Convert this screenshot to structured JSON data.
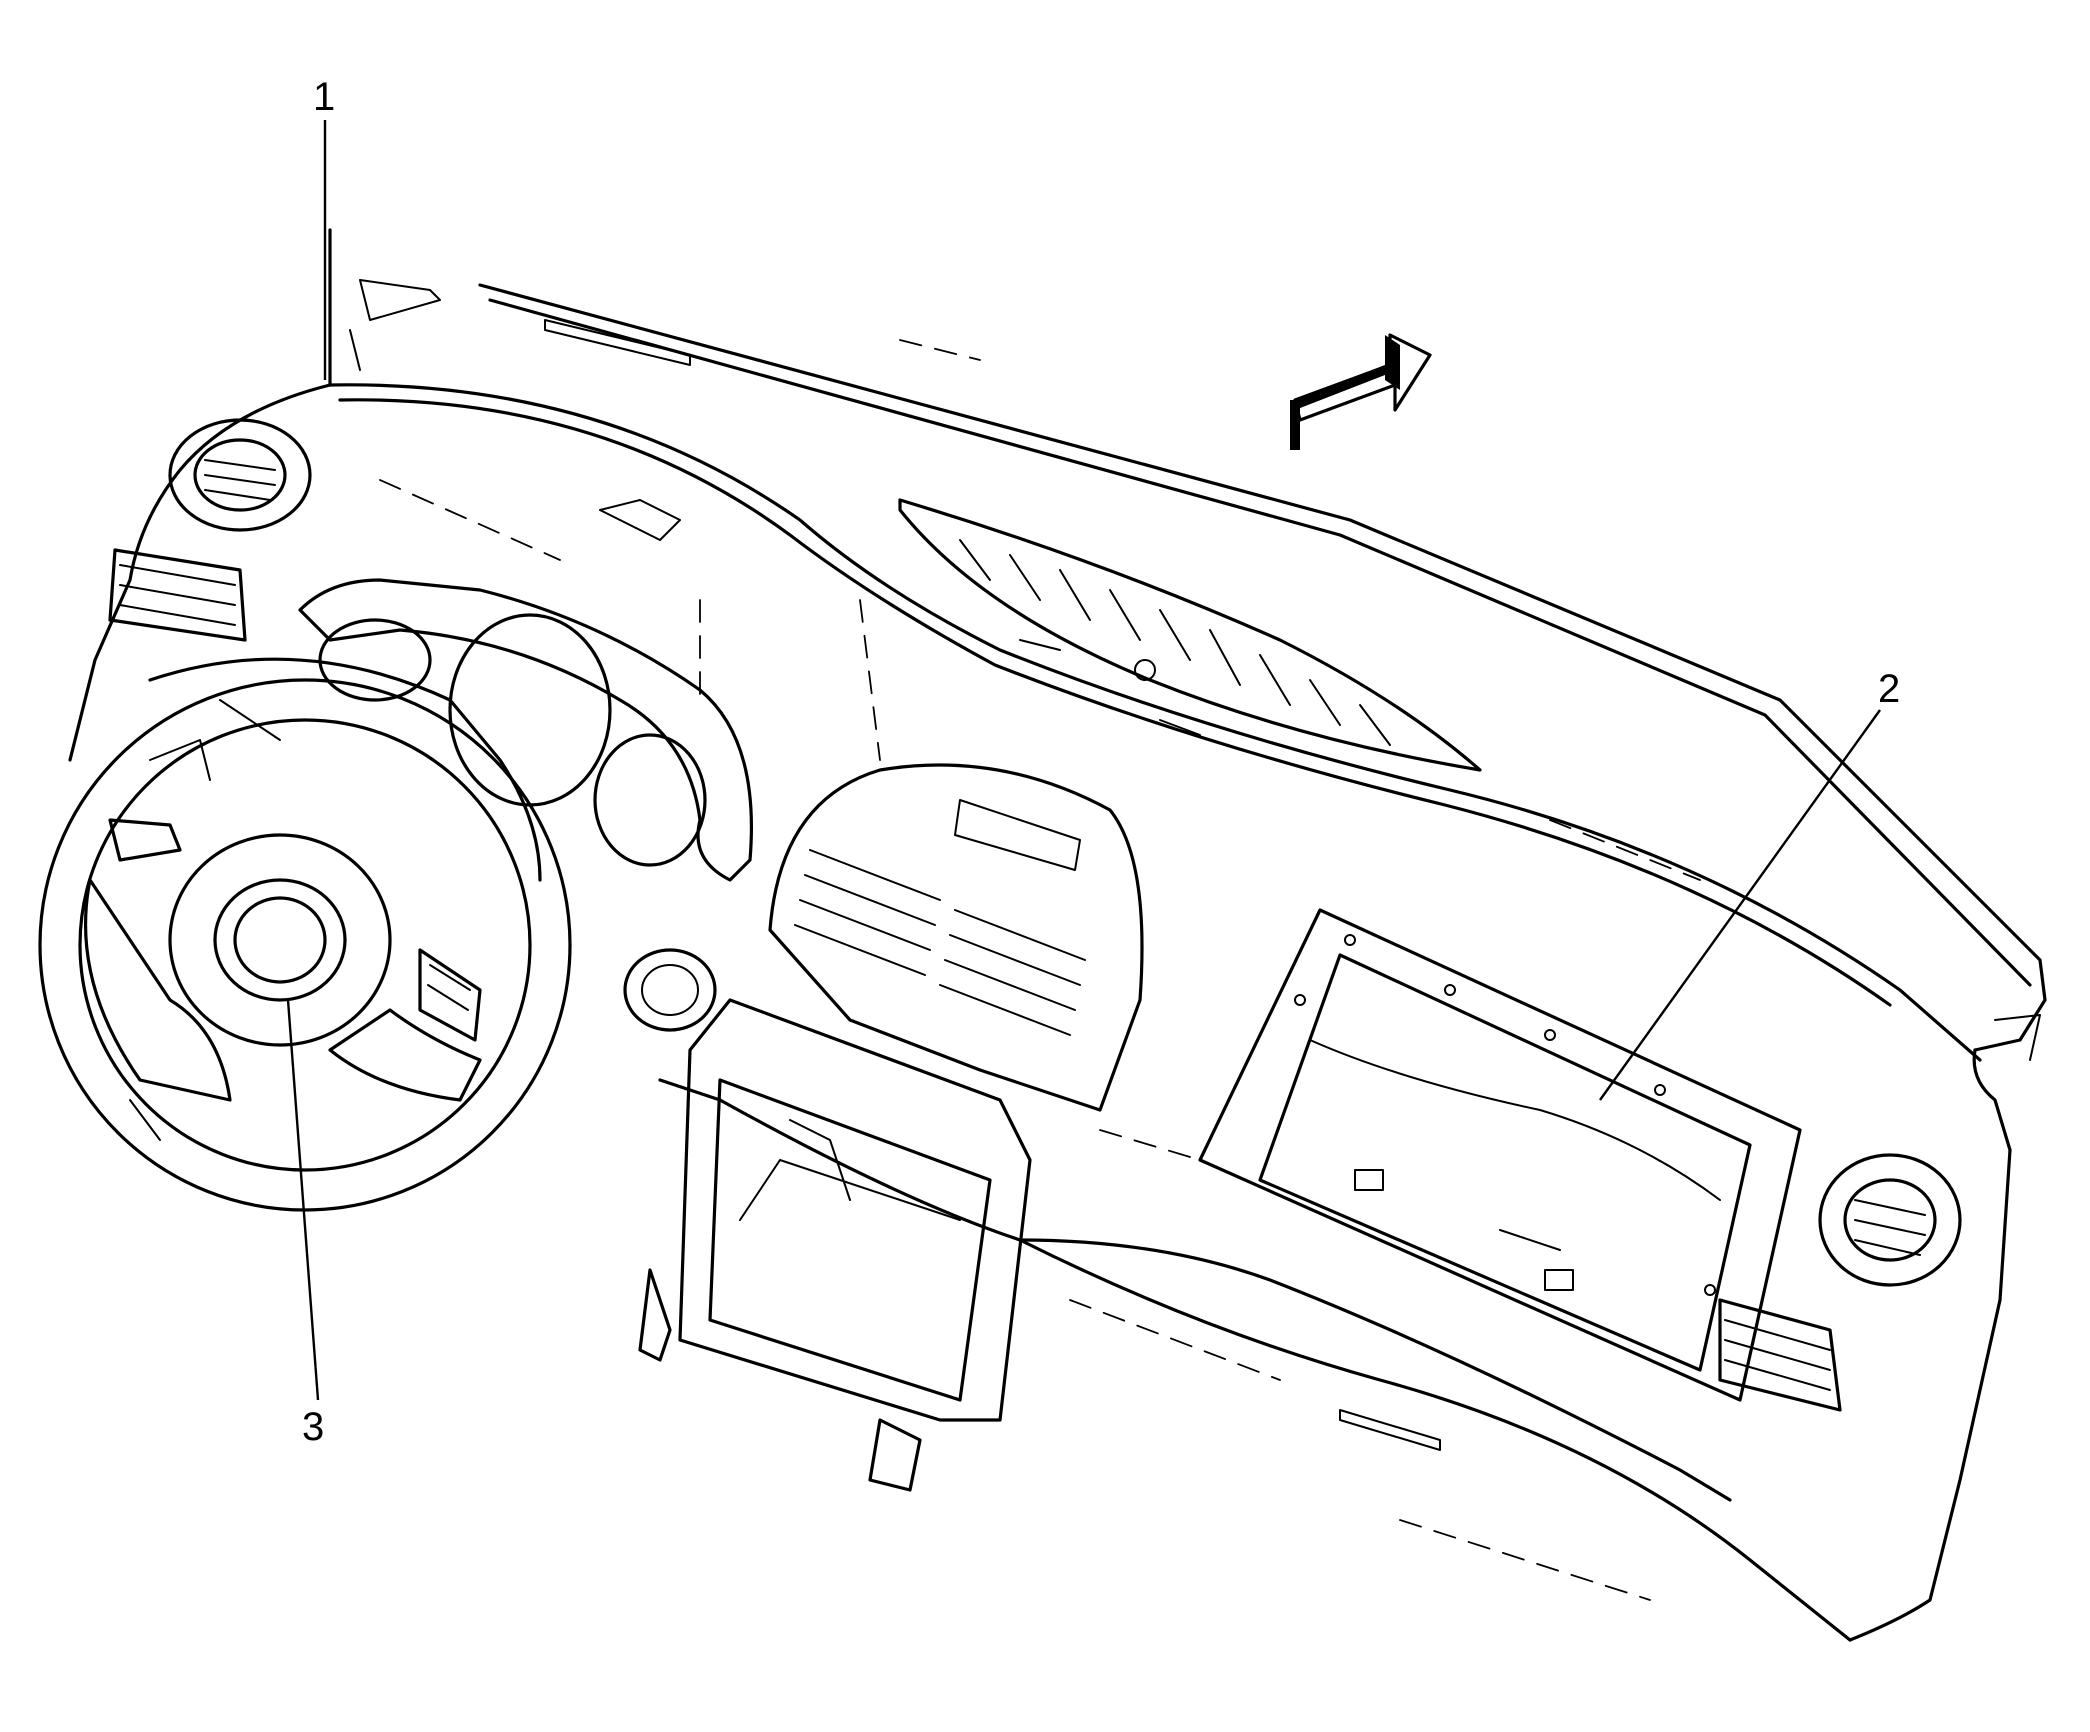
{
  "callouts": [
    {
      "id": "1",
      "label": "1"
    },
    {
      "id": "2",
      "label": "2"
    },
    {
      "id": "3",
      "label": "3"
    }
  ],
  "colors": {
    "line": "#000000",
    "background": "#ffffff",
    "arrow_fill": "#ffffff"
  },
  "icons": {
    "direction_indicator": "forward-arrow-icon"
  }
}
